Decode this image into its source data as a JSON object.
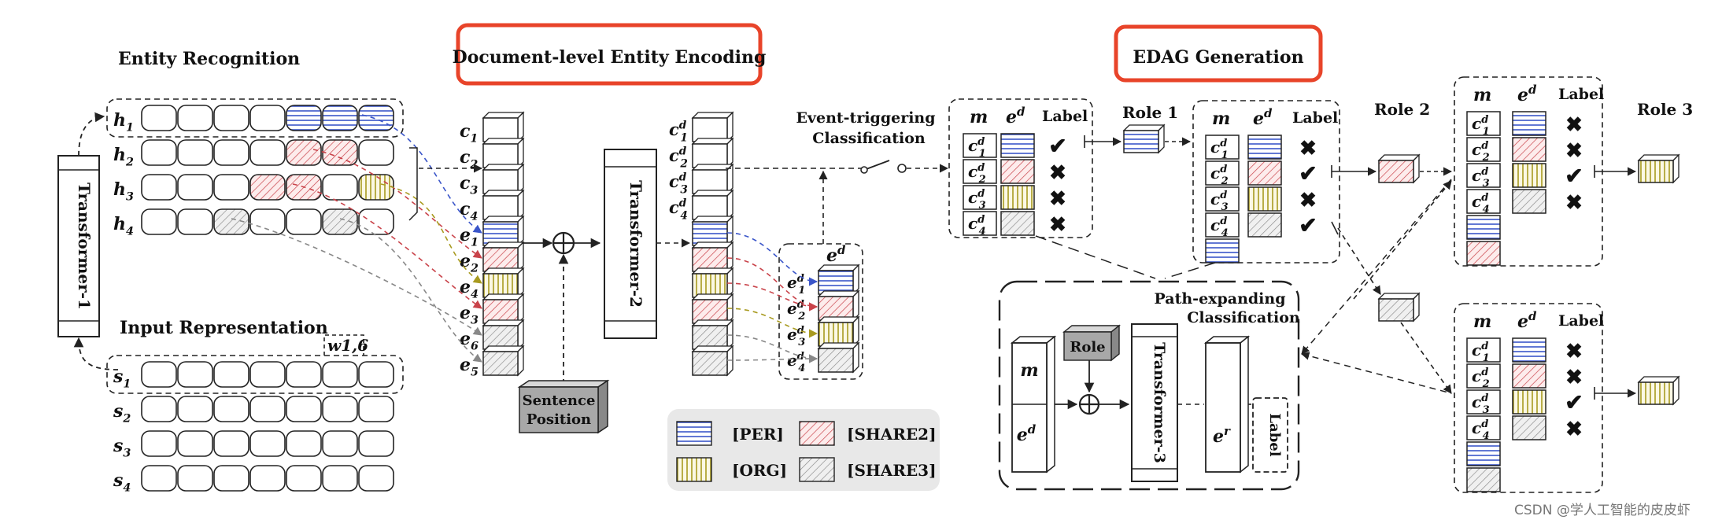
{
  "sections": {
    "entity_recognition": "Entity Recognition",
    "input_representation": "Input Representation",
    "doc_encoding": "Document-level Entity Encoding",
    "edag_generation": "EDAG Generation"
  },
  "transformers": {
    "t1": "Transformer-1",
    "t2": "Transformer-2",
    "t3": "Transformer-3"
  },
  "hidden_labels": [
    "h1",
    "h2",
    "h3",
    "h4"
  ],
  "sentence_labels": [
    "s1",
    "s2",
    "s3",
    "s4"
  ],
  "word_label": "w1,6",
  "c_labels": [
    "c1",
    "c2",
    "c3",
    "c4"
  ],
  "e_labels": [
    "e1",
    "e2",
    "e4",
    "e3",
    "e6",
    "e5"
  ],
  "cd_labels": [
    "c1d",
    "c2d",
    "c3d",
    "c4d"
  ],
  "ed_labels": [
    "e1d",
    "e2d",
    "e3d",
    "e4d"
  ],
  "ed_header": "ed",
  "sentence_position": [
    "Sentence",
    "Position"
  ],
  "event_trigger": [
    "Event-triggering",
    "Classification"
  ],
  "path_expanding": [
    "Path-expanding",
    "Classification"
  ],
  "roles": [
    "Role 1",
    "Role 2",
    "Role 3"
  ],
  "role_box": "Role",
  "col_m": "m",
  "col_ed": "ed",
  "col_label": "Label",
  "er_label": "er",
  "label_box": "Label",
  "legend": {
    "per": "[PER]",
    "org": "[ORG]",
    "share2": "[SHARE2]",
    "share3": "[SHARE3]"
  },
  "tables": [
    {
      "marks": [
        "check",
        "cross",
        "cross",
        "cross"
      ]
    },
    {
      "marks": [
        "cross",
        "check",
        "cross",
        "check"
      ]
    },
    {
      "marks": [
        "cross",
        "cross",
        "check",
        "cross"
      ]
    },
    {
      "marks": [
        "cross",
        "cross",
        "check",
        "cross"
      ]
    }
  ],
  "watermark": "CSDN @学人工智能的皮皮虾",
  "colors": {
    "per": "#3a55c9",
    "org": "#a89a1f",
    "share2": "#c9434a",
    "share3": "#888888",
    "highlight": "#e8442a",
    "legend_bg": "#e8e8e8",
    "position_box": "#a8a8a8"
  }
}
